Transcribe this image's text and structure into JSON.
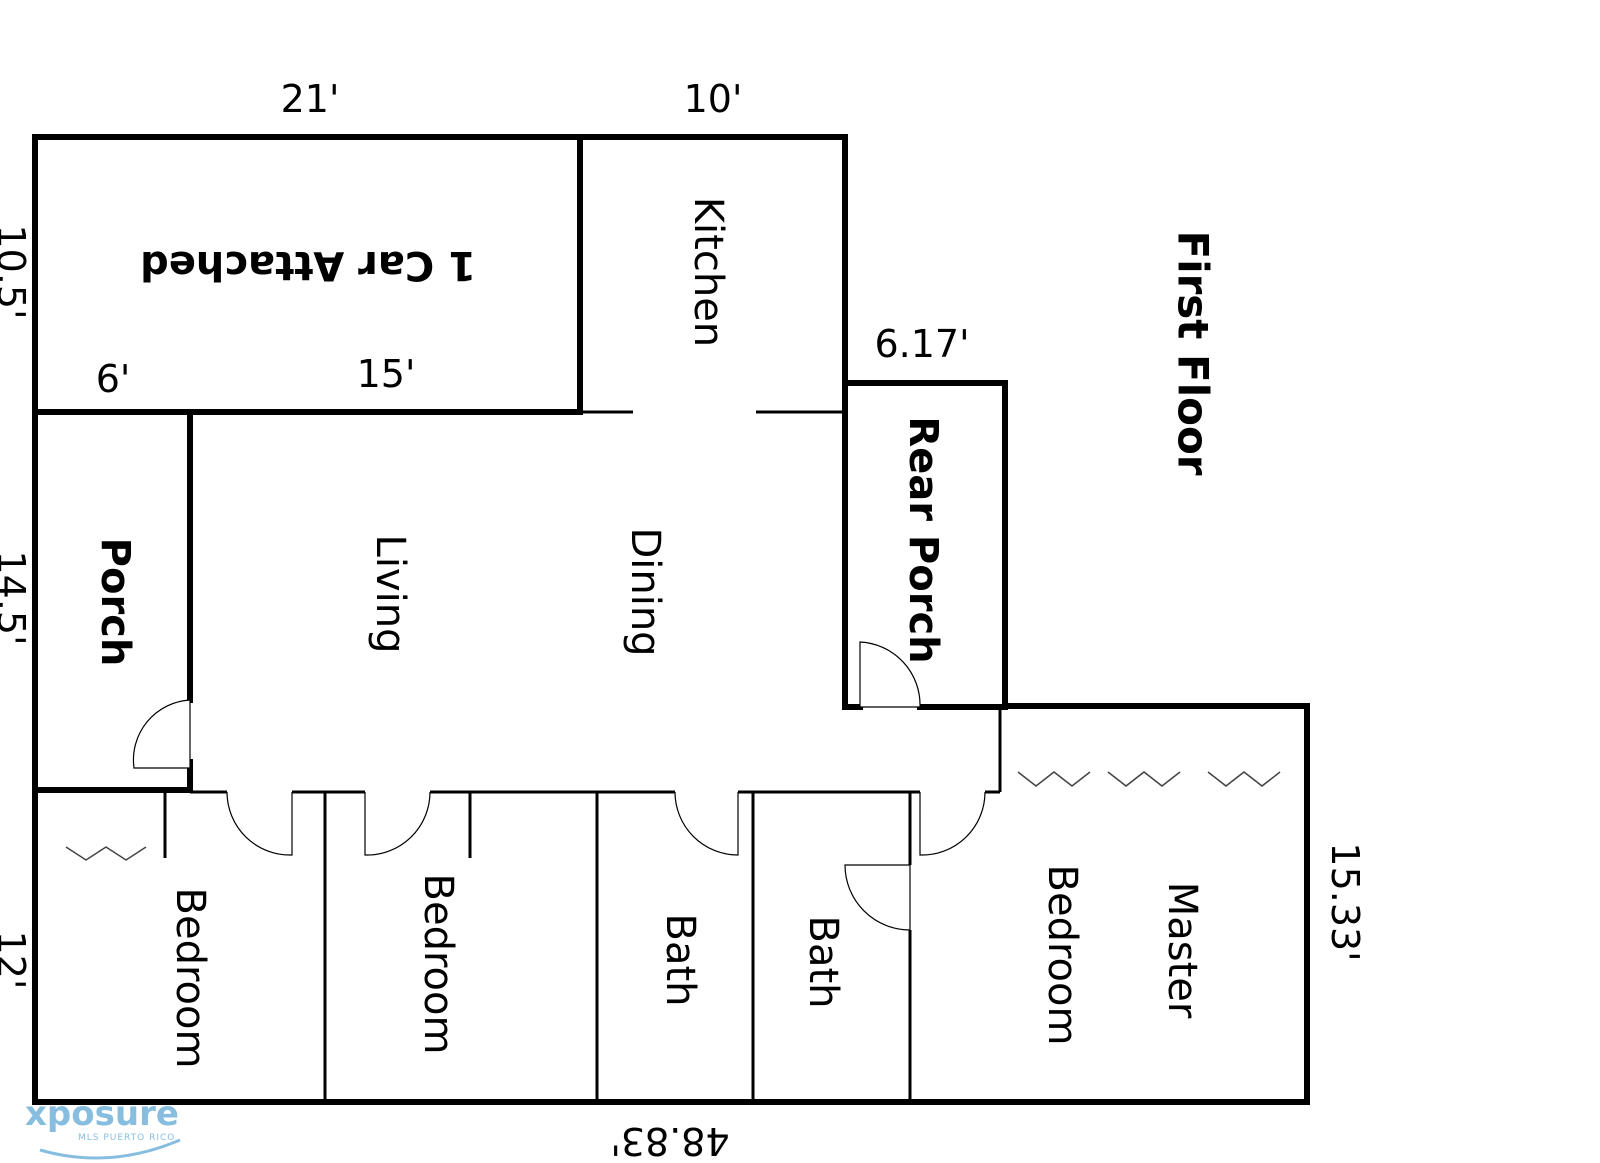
{
  "plan": {
    "title": "First Floor",
    "dimensions": {
      "top_garage_width": "21'",
      "top_kitchen_width": "10'",
      "left_garage_depth": "10.5'",
      "left_porch_depth": "14.5'",
      "left_bedroom_depth": "12'",
      "garage_inner_left": "6'",
      "garage_inner_right": "15'",
      "rear_porch_width": "6.17'",
      "master_depth": "15.33'",
      "bottom_total": "48.83'"
    },
    "rooms": {
      "garage": "1 Car Attached",
      "kitchen": "Kitchen",
      "porch": "Porch",
      "living": "Living",
      "dining": "Dining",
      "rear_porch": "Rear Porch",
      "bedroom_1": "Bedroom",
      "bedroom_2": "Bedroom",
      "bath_1": "Bath",
      "bath_2": "Bath",
      "master_line1": "Master",
      "master_line2": "Bedroom"
    }
  },
  "logo": {
    "name": "xposure",
    "tagline": "MLS PUERTO RICO",
    "color": "#5fa9d6"
  }
}
